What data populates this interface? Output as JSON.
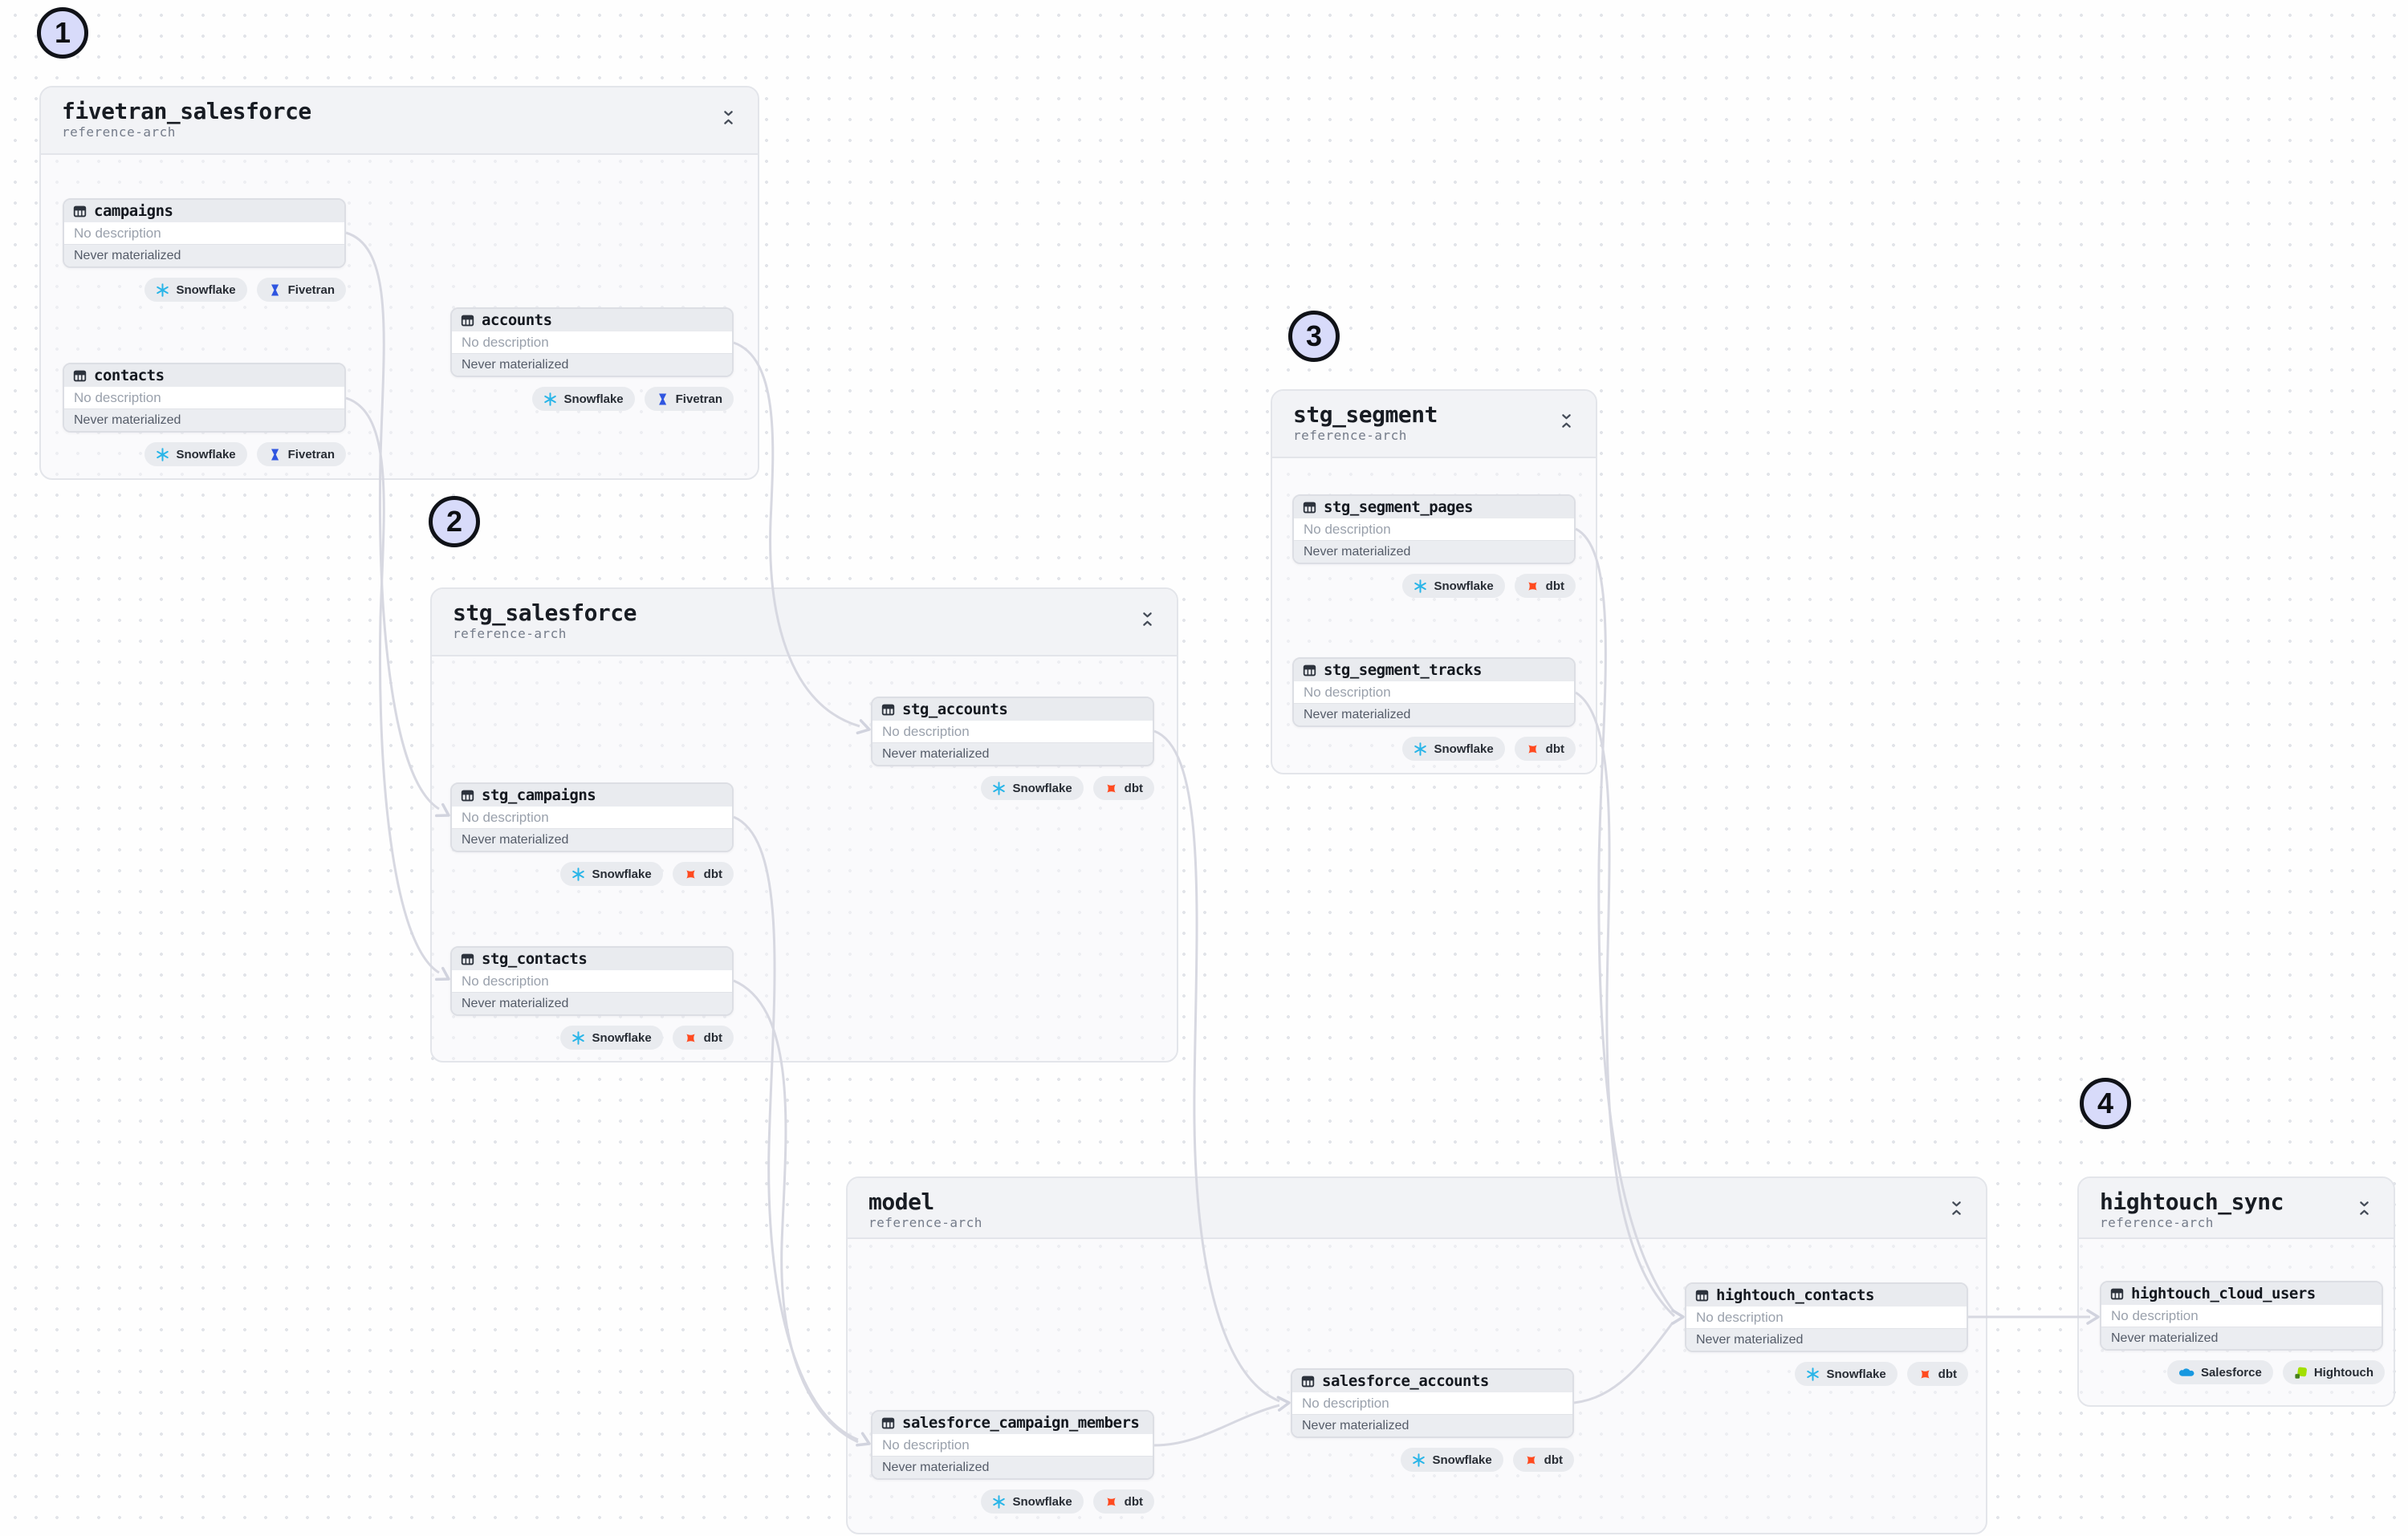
{
  "annotations": [
    {
      "number": "1"
    },
    {
      "number": "2"
    },
    {
      "number": "3"
    },
    {
      "number": "4"
    }
  ],
  "groups": [
    {
      "title": "fivetran_salesforce",
      "subtitle": "reference-arch",
      "nodes": [
        {
          "name": "campaigns",
          "description": "No description",
          "status": "Never materialized",
          "badges": [
            {
              "label": "Snowflake",
              "icon": "snowflake-icon"
            },
            {
              "label": "Fivetran",
              "icon": "fivetran-icon"
            }
          ]
        },
        {
          "name": "contacts",
          "description": "No description",
          "status": "Never materialized",
          "badges": [
            {
              "label": "Snowflake",
              "icon": "snowflake-icon"
            },
            {
              "label": "Fivetran",
              "icon": "fivetran-icon"
            }
          ]
        },
        {
          "name": "accounts",
          "description": "No description",
          "status": "Never materialized",
          "badges": [
            {
              "label": "Snowflake",
              "icon": "snowflake-icon"
            },
            {
              "label": "Fivetran",
              "icon": "fivetran-icon"
            }
          ]
        }
      ]
    },
    {
      "title": "stg_salesforce",
      "subtitle": "reference-arch",
      "nodes": [
        {
          "name": "stg_accounts",
          "description": "No description",
          "status": "Never materialized",
          "badges": [
            {
              "label": "Snowflake",
              "icon": "snowflake-icon"
            },
            {
              "label": "dbt",
              "icon": "dbt-icon"
            }
          ]
        },
        {
          "name": "stg_campaigns",
          "description": "No description",
          "status": "Never materialized",
          "badges": [
            {
              "label": "Snowflake",
              "icon": "snowflake-icon"
            },
            {
              "label": "dbt",
              "icon": "dbt-icon"
            }
          ]
        },
        {
          "name": "stg_contacts",
          "description": "No description",
          "status": "Never materialized",
          "badges": [
            {
              "label": "Snowflake",
              "icon": "snowflake-icon"
            },
            {
              "label": "dbt",
              "icon": "dbt-icon"
            }
          ]
        }
      ]
    },
    {
      "title": "stg_segment",
      "subtitle": "reference-arch",
      "nodes": [
        {
          "name": "stg_segment_pages",
          "description": "No description",
          "status": "Never materialized",
          "badges": [
            {
              "label": "Snowflake",
              "icon": "snowflake-icon"
            },
            {
              "label": "dbt",
              "icon": "dbt-icon"
            }
          ]
        },
        {
          "name": "stg_segment_tracks",
          "description": "No description",
          "status": "Never materialized",
          "badges": [
            {
              "label": "Snowflake",
              "icon": "snowflake-icon"
            },
            {
              "label": "dbt",
              "icon": "dbt-icon"
            }
          ]
        }
      ]
    },
    {
      "title": "model",
      "subtitle": "reference-arch",
      "nodes": [
        {
          "name": "hightouch_contacts",
          "description": "No description",
          "status": "Never materialized",
          "badges": [
            {
              "label": "Snowflake",
              "icon": "snowflake-icon"
            },
            {
              "label": "dbt",
              "icon": "dbt-icon"
            }
          ]
        },
        {
          "name": "salesforce_accounts",
          "description": "No description",
          "status": "Never materialized",
          "badges": [
            {
              "label": "Snowflake",
              "icon": "snowflake-icon"
            },
            {
              "label": "dbt",
              "icon": "dbt-icon"
            }
          ]
        },
        {
          "name": "salesforce_campaign_members",
          "description": "No description",
          "status": "Never materialized",
          "badges": [
            {
              "label": "Snowflake",
              "icon": "snowflake-icon"
            },
            {
              "label": "dbt",
              "icon": "dbt-icon"
            }
          ]
        }
      ]
    },
    {
      "title": "hightouch_sync",
      "subtitle": "reference-arch",
      "nodes": [
        {
          "name": "hightouch_cloud_users",
          "description": "No description",
          "status": "Never materialized",
          "badges": [
            {
              "label": "Salesforce",
              "icon": "salesforce-icon"
            },
            {
              "label": "Hightouch",
              "icon": "hightouch-icon"
            }
          ]
        }
      ]
    }
  ],
  "colors": {
    "snowflake": "#29b5e8",
    "fivetran": "#2f55e0",
    "dbt": "#ff4a1f",
    "salesforce": "#1798e0",
    "hightouch": "#a2df00",
    "hightouch_dark": "#46801c",
    "edge": "#d7d8e1",
    "annotation_fill": "#d8dbfa",
    "annotation_border": "#101218"
  }
}
